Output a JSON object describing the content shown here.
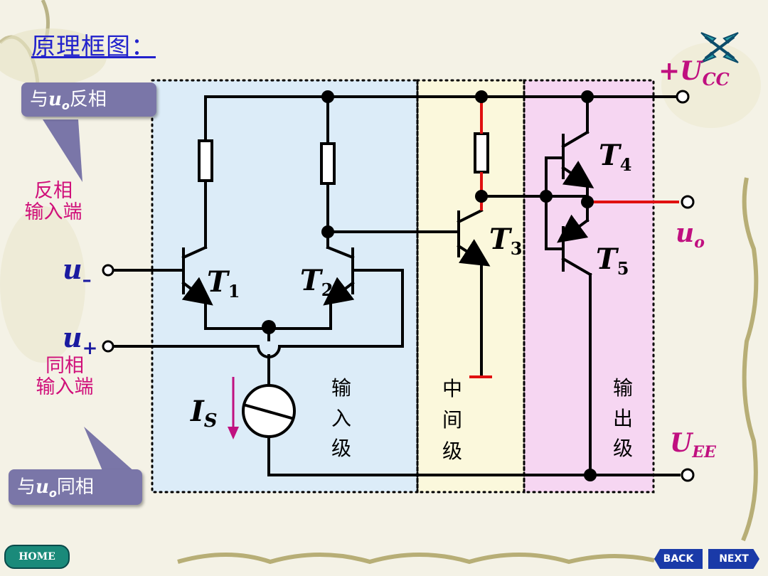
{
  "title": "原理框图：",
  "callouts": {
    "inverting": {
      "prefix": "与",
      "var": "u",
      "sub": "o",
      "suffix": "反相"
    },
    "noninverting": {
      "prefix": "与",
      "var": "u",
      "sub": "o",
      "suffix": "同相"
    }
  },
  "labels": {
    "inverting_input": [
      "反相",
      "输入端"
    ],
    "noninverting_input": [
      "同相",
      "输入端"
    ],
    "u_minus": {
      "main": "u",
      "sub": "–"
    },
    "u_plus": {
      "main": "u",
      "sub": "+"
    },
    "ucc": {
      "main": "+U",
      "sub": "CC"
    },
    "uee": {
      "main": "U",
      "sub": "EE"
    },
    "uo": {
      "main": "u",
      "sub": "o"
    },
    "is": {
      "main": "I",
      "sub": "S"
    },
    "t1": {
      "main": "T",
      "sub": "1"
    },
    "t2": {
      "main": "T",
      "sub": "2"
    },
    "t3": {
      "main": "T",
      "sub": "3"
    },
    "t4": {
      "main": "T",
      "sub": "4"
    },
    "t5": {
      "main": "T",
      "sub": "5"
    }
  },
  "stages": {
    "input": [
      "输",
      "入",
      "级"
    ],
    "middle": [
      "中",
      "间",
      "级"
    ],
    "output": [
      "输",
      "出",
      "级"
    ]
  },
  "nav": {
    "home": "HOME",
    "back": "BACK",
    "next": "NEXT"
  },
  "colors": {
    "title": "#2222cc",
    "input_stage_fill": "#dcecf8",
    "middle_stage_fill": "#fbf8dc",
    "output_stage_fill": "#f6d6f2",
    "terminal_label": "#c01080",
    "input_label": "#1a1aa0",
    "red_wire": "#e01010",
    "callout": "#7a76a8"
  }
}
